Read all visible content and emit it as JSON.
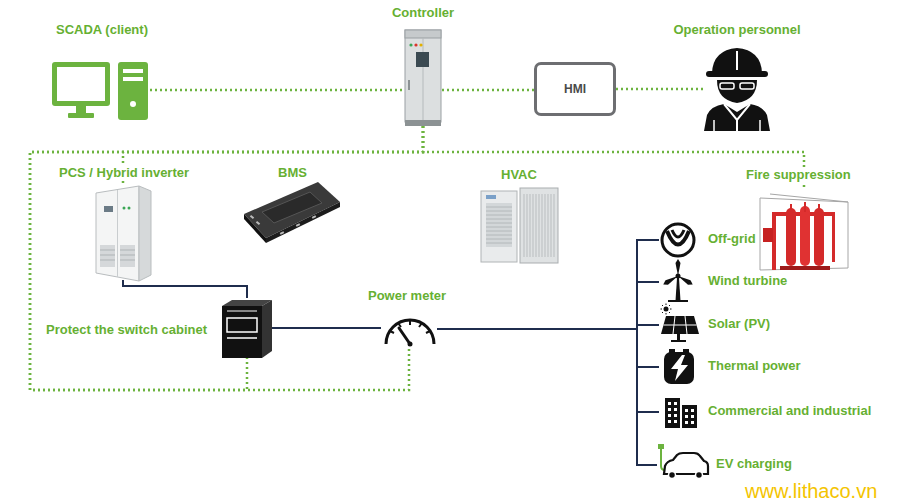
{
  "diagram": {
    "nodes": [
      {
        "text": [
          "SCADA (client)"
        ]
      },
      {
        "text": [
          "Controller"
        ]
      },
      {
        "text": [
          "HMI"
        ]
      },
      {
        "text": [
          "Operation personnel"
        ]
      },
      {
        "text": [
          "PCS / Hybrid inverter"
        ]
      },
      {
        "text": [
          "BMS"
        ]
      },
      {
        "text": [
          "HVAC"
        ]
      },
      {
        "text": [
          "Fire suppression"
        ]
      },
      {
        "text": [
          "Off-grid"
        ]
      },
      {
        "text": [
          "Wind turbine"
        ]
      },
      {
        "text": [
          "Solar (PV)"
        ]
      },
      {
        "text": [
          "Thermal power"
        ]
      },
      {
        "text": [
          "Protect the switch cabinet"
        ]
      },
      {
        "text": [
          "Power meter"
        ]
      },
      {
        "text": [
          "Commercial and industrial"
        ]
      },
      {
        "text": [
          "EV charging"
        ]
      }
    ],
    "edges": [
      {
        "from": 0,
        "to": 1,
        "arrow": "none"
      },
      {
        "from": 1,
        "to": 2,
        "arrow": "none"
      },
      {
        "from": 2,
        "to": 3,
        "arrow": "none"
      },
      {
        "from": 1,
        "to": 4,
        "arrow": "none"
      },
      {
        "from": 1,
        "to": 7,
        "arrow": "none"
      },
      {
        "from": 1,
        "to": 12,
        "arrow": "none"
      },
      {
        "from": 1,
        "to": 13,
        "arrow": "none"
      },
      {
        "from": 4,
        "to": 12,
        "arrow": "none"
      },
      {
        "from": 12,
        "to": 13,
        "arrow": "none"
      },
      {
        "from": 13,
        "to": 8,
        "arrow": "none"
      },
      {
        "from": 13,
        "to": 9,
        "arrow": "none"
      },
      {
        "from": 13,
        "to": 10,
        "arrow": "none"
      },
      {
        "from": 13,
        "to": 11,
        "arrow": "none"
      },
      {
        "from": 13,
        "to": 14,
        "arrow": "none"
      },
      {
        "from": 13,
        "to": 15,
        "arrow": "none"
      }
    ],
    "labels": [
      "www.lithaco.vn"
    ]
  }
}
